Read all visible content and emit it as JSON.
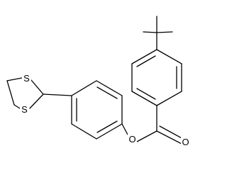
{
  "molecule": {
    "atoms": {
      "s1": "S",
      "s2": "S",
      "o_ester": "O",
      "o_carbonyl": "O"
    },
    "colors": {
      "bond": "#000000",
      "label": "#000000",
      "background": "#ffffff"
    }
  }
}
